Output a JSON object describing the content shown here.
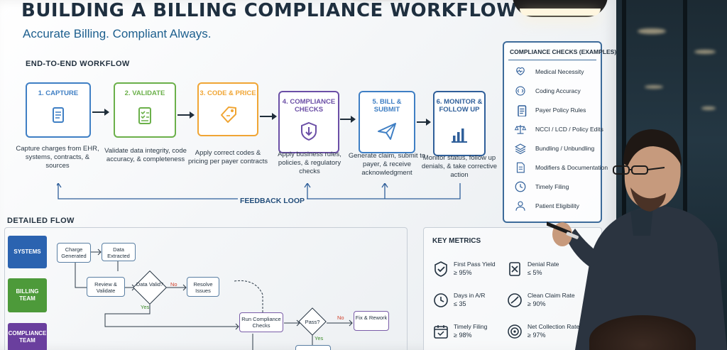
{
  "header": {
    "title": "BUILDING A BILLING COMPLIANCE WORKFLOW",
    "subtitle": "Accurate Billing. Compliant Always."
  },
  "workflow": {
    "label": "END-TO-END WORKFLOW",
    "steps": [
      {
        "title": "1. CAPTURE",
        "desc": "Capture charges from EHR, systems, contracts, & sources",
        "color": "#3f7fc4",
        "icon": "document-icon"
      },
      {
        "title": "2. VALIDATE",
        "desc": "Validate data integrity, code accuracy, & completeness",
        "color": "#6bb04a",
        "icon": "checklist-icon"
      },
      {
        "title": "3. CODE & PRICE",
        "desc": "Apply correct codes & pricing per payer contracts",
        "color": "#f0a534",
        "icon": "price-tag-icon"
      },
      {
        "title": "4. COMPLIANCE CHECKS",
        "desc": "Apply business rules, policies, & regulatory checks",
        "color": "#6b4fa6",
        "icon": "shield-icon"
      },
      {
        "title": "5. BILL & SUBMIT",
        "desc": "Generate claim, submit to payer, & receive acknowledgment",
        "color": "#3f7fc4",
        "icon": "send-icon"
      },
      {
        "title": "6. MONITOR & FOLLOW UP",
        "desc": "Monitor status, follow up denials, & take corrective action",
        "color": "#2f5f9a",
        "icon": "bar-chart-icon"
      }
    ],
    "feedback_label": "FEEDBACK LOOP"
  },
  "compliance": {
    "title": "COMPLIANCE CHECKS (EXAMPLES)",
    "items": [
      {
        "label": "Medical Necessity",
        "icon": "heart-pulse-icon"
      },
      {
        "label": "Coding Accuracy",
        "icon": "code-icon"
      },
      {
        "label": "Payer Policy Rules",
        "icon": "document-icon"
      },
      {
        "label": "NCCI / LCD / Policy Edits",
        "icon": "scales-icon"
      },
      {
        "label": "Bundling / Unbundling",
        "icon": "layers-icon"
      },
      {
        "label": "Modifiers & Documentation",
        "icon": "file-icon"
      },
      {
        "label": "Timely Filing",
        "icon": "clock-icon"
      },
      {
        "label": "Patient Eligibility",
        "icon": "user-icon"
      }
    ]
  },
  "detailed_flow": {
    "label": "DETAILED FLOW",
    "lanes": [
      {
        "label": "SYSTEMS",
        "color": "#2b63b0"
      },
      {
        "label": "BILLING TEAM",
        "color": "#4d9a3a"
      },
      {
        "label": "COMPLIANCE TEAM",
        "color": "#6a3f9e"
      }
    ],
    "nodes": {
      "charge_generated": "Charge Generated",
      "data_extracted": "Data Extracted",
      "review_validate": "Review & Validate",
      "data_valid": "Data Valid?",
      "resolve_issues": "Resolve Issues",
      "run_compliance": "Run Compliance Checks",
      "pass": "Pass?",
      "fix_rework": "Fix & Rework"
    },
    "tags": {
      "no": "No",
      "yes": "Yes",
      "yes2": "Yes"
    }
  },
  "metrics": {
    "title": "KEY METRICS",
    "items": [
      {
        "label": "First Pass Yield",
        "value": "≥ 95%",
        "icon": "check-badge-icon"
      },
      {
        "label": "Denial Rate",
        "value": "≤ 5%",
        "icon": "denial-icon"
      },
      {
        "label": "Days in A/R",
        "value": "≤ 35",
        "icon": "clock-icon"
      },
      {
        "label": "Clean Claim Rate",
        "value": "≥ 90%",
        "icon": "gauge-icon"
      },
      {
        "label": "Timely Filing",
        "value": "≥ 98%",
        "icon": "calendar-check-icon"
      },
      {
        "label": "Net Collection Rate",
        "value": "≥ 97%",
        "icon": "target-icon"
      }
    ]
  }
}
